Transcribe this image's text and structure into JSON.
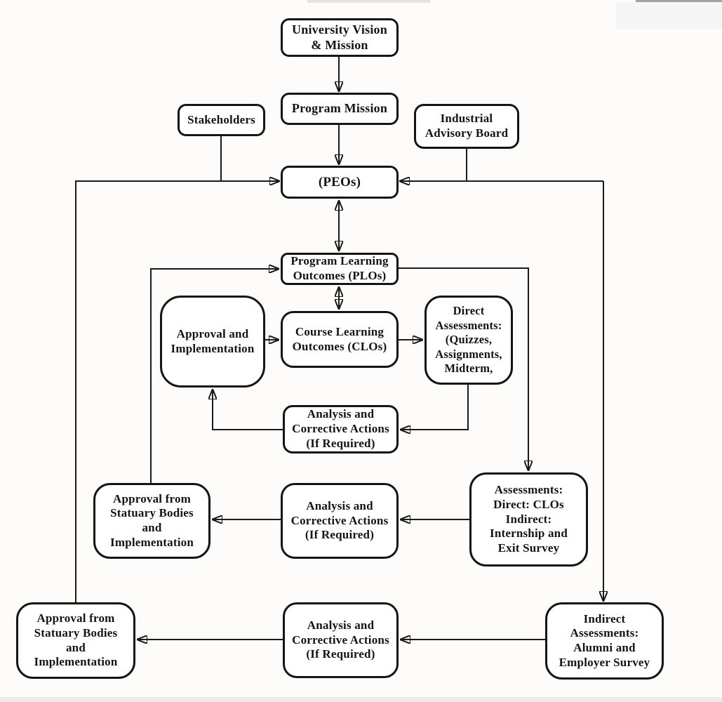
{
  "diagram": {
    "type": "flowchart",
    "colors": {
      "background": "#fdfcfb",
      "box_fill": "#ffffff",
      "box_border": "#151515",
      "connector": "#1a1a1a"
    },
    "nodes": {
      "university_vision": {
        "label": "University Vision\n& Mission"
      },
      "program_mission": {
        "label": "Program Mission"
      },
      "stakeholders": {
        "label": "Stakeholders"
      },
      "industrial_advisory_board": {
        "label": "Industrial\nAdvisory Board"
      },
      "peos": {
        "label": "(PEOs)"
      },
      "plos": {
        "label": "Program Learning\nOutcomes (PLOs)"
      },
      "approval_implementation": {
        "label": "Approval and\nImplementation"
      },
      "clos": {
        "label": "Course Learning\nOutcomes (CLOs)"
      },
      "direct_assessments": {
        "label": "Direct\nAssessments:\n(Quizzes,\nAssignments,\nMidterm,"
      },
      "analysis_corrective_1": {
        "label": "Analysis and\nCorrective Actions\n(If Required)"
      },
      "assessments_mixed": {
        "label": "Assessments:\nDirect: CLOs\nIndirect:\nInternship and\nExit Survey"
      },
      "approval_statuary_1": {
        "label": "Approval from\nStatuary Bodies\nand\nImplementation"
      },
      "analysis_corrective_2": {
        "label": "Analysis and\nCorrective Actions\n(If Required)"
      },
      "approval_statuary_2": {
        "label": "Approval from\nStatuary Bodies\nand\nImplementation"
      },
      "analysis_corrective_3": {
        "label": "Analysis and\nCorrective Actions\n(If Required)"
      },
      "indirect_assessments": {
        "label": "Indirect\nAssessments:\nAlumni and\nEmployer Survey"
      }
    },
    "edges": [
      "university_vision -> program_mission",
      "program_mission -> peos",
      "stakeholders -> peos",
      "industrial_advisory_board -> peos",
      "peos <-> plos",
      "plos <-> clos",
      "approval_implementation -> clos",
      "clos -> direct_assessments",
      "direct_assessments -> analysis_corrective_1",
      "analysis_corrective_1 -> approval_implementation",
      "plos -> assessments_mixed",
      "assessments_mixed -> analysis_corrective_2",
      "analysis_corrective_2 -> approval_statuary_1",
      "approval_statuary_1 -> plos",
      "peos_line -> indirect_assessments",
      "indirect_assessments -> analysis_corrective_3",
      "analysis_corrective_3 -> approval_statuary_2",
      "approval_statuary_2 -> peos"
    ]
  }
}
